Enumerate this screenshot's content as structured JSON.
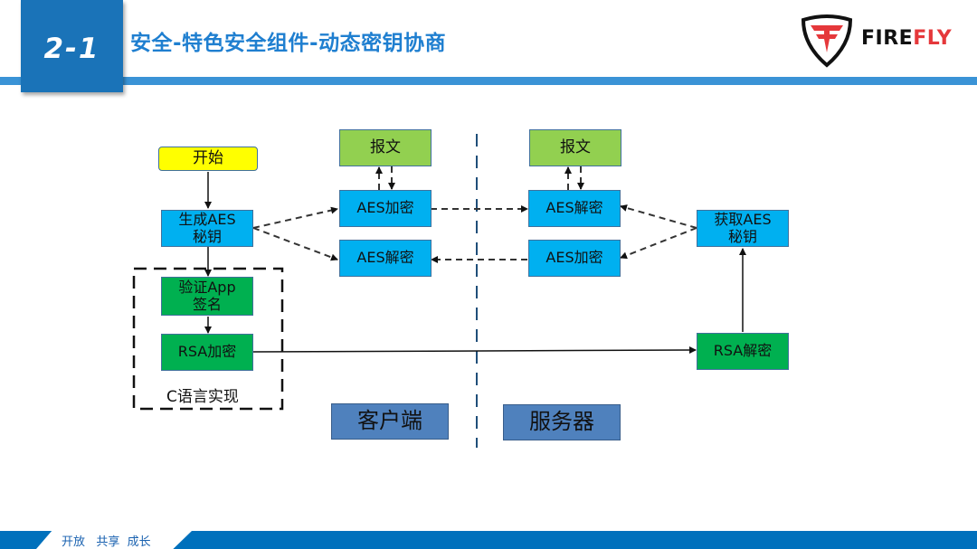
{
  "header": {
    "section_number": "2-1",
    "title": "安全-特色安全组件-动态密钥协商",
    "logo": {
      "icon": "firefly-shield-icon",
      "text_primary": "FIRE",
      "text_accent": "FLY",
      "accent_color": "#e5383b"
    }
  },
  "diagram": {
    "nodes": {
      "start": "开始",
      "generate_aes_key": "生成AES\n秘钥",
      "verify_app_signature": "验证App\n签名",
      "rsa_encrypt": "RSA加密",
      "c_impl_group_label": "C语言实现",
      "client_message": "报文",
      "client_aes_encrypt": "AES加密",
      "client_aes_decrypt": "AES解密",
      "server_message": "报文",
      "server_aes_decrypt": "AES解密",
      "server_aes_encrypt": "AES加密",
      "get_aes_key": "获取AES\n秘钥",
      "rsa_decrypt": "RSA解密"
    },
    "zones": {
      "client": "客户端",
      "server": "服务器"
    },
    "colors": {
      "process": "#00b0f0",
      "security": "#00b050",
      "message": "#92d050",
      "start": "#ffff00",
      "zone": "#4f81bd"
    }
  },
  "footer": {
    "slogan": "开放   共享  成长"
  }
}
